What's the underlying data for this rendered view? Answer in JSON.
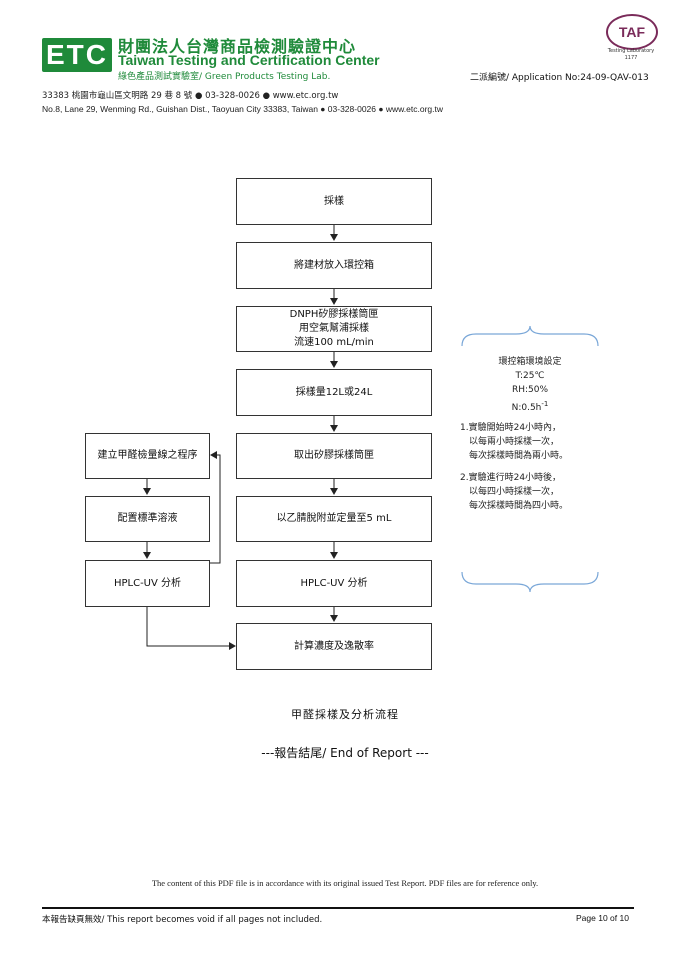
{
  "header": {
    "logo_text": "ETC",
    "org_zh": "財團法人台灣商品檢測驗證中心",
    "org_en": "Taiwan Testing and Certification Center",
    "lab": "綠色產品測試實驗室/ Green Products Testing Lab.",
    "taf_logo": "TAF",
    "taf_sub1": "Testing Laboratory",
    "taf_sub2": "1177",
    "application_no": "二派編號/ Application  No:24-09-QAV-013",
    "address_zh": "33383 桃園市龜山區文明路 29 巷 8 號 ● 03-328-0026 ● www.etc.org.tw",
    "address_en": "No.8, Lane 29, Wenming Rd., Guishan Dist., Taoyuan City 33383, Taiwan ● 03-328-0026 ● www.etc.org.tw"
  },
  "flow": {
    "main": [
      "採樣",
      "將建材放入環控箱",
      "DNPH矽膠採樣筒匣\n用空氣幫浦採樣\n流速100 mL/min",
      "採樣量12L或24L",
      "取出矽膠採樣筒匣",
      "以乙腈脫附並定量至5 mL",
      "HPLC-UV 分析",
      "計算濃度及逸散率"
    ],
    "left": [
      "建立甲醛檢量線之程序",
      "配置標準溶液",
      "HPLC-UV 分析"
    ]
  },
  "side_note": {
    "title": "環控箱環境設定",
    "temp": "T:25℃",
    "rh": "RH:50%",
    "n": "N:0.5h",
    "n_sup": "-1",
    "item1": [
      "1.實驗開始時24小時內，",
      "以每兩小時採樣一次，",
      "每次採樣時間為兩小時。"
    ],
    "item2": [
      "2.實驗進行時24小時後，",
      "以每四小時採樣一次，",
      "每次採樣時間為四小時。"
    ]
  },
  "caption": "甲醛採樣及分析流程",
  "end_of_report": "---報告結尾/ End of Report ---",
  "notice": "The content of this PDF file is in accordance with its original issued Test Report. PDF files are for reference only.",
  "footer": {
    "left": "本報告缺頁無效/ This report becomes void if all pages not included.",
    "right": "Page 10 of 10"
  }
}
